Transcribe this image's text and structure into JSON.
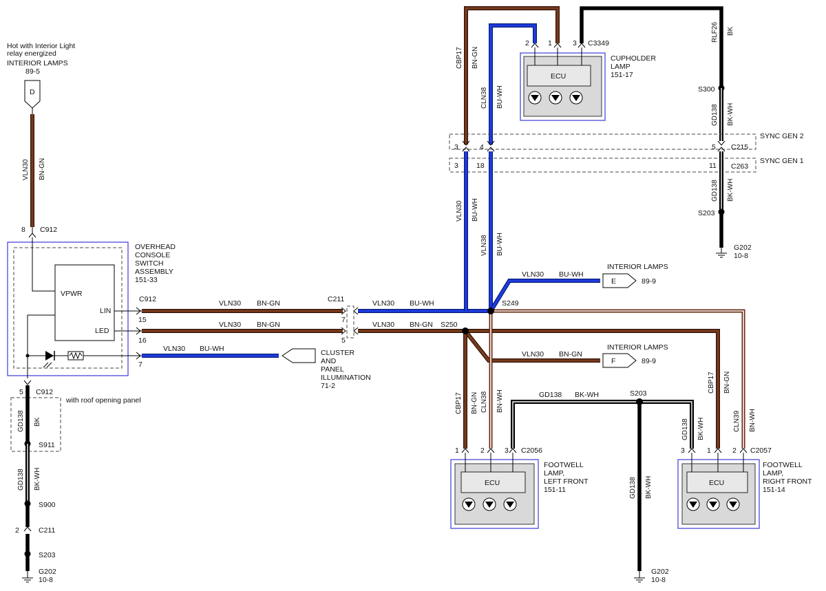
{
  "top_left": {
    "note_line1": "Hot with Interior Light",
    "note_line2": "relay energized",
    "ref_name": "INTERIOR LAMPS",
    "ref_page": "89-5",
    "connector_letter": "D"
  },
  "left_vertical_wire": {
    "circuit": "VLN30",
    "color": "BN-GN",
    "pin": "8",
    "connector": "C912"
  },
  "overhead_console": {
    "name_line1": "OVERHEAD",
    "name_line2": "CONSOLE",
    "name_line3": "SWITCH",
    "name_line4": "ASSEMBLY",
    "page": "151-33",
    "vpwr": "VPWR",
    "lin": "LIN",
    "led": "LED",
    "connector": "C912",
    "pins": [
      "15",
      "16",
      "7"
    ]
  },
  "horizontal_wires": {
    "w1_circuit": "VLN30",
    "w1_color": "BN-GN",
    "w1_connector": "C211",
    "w1_pin": "7",
    "w1b_circuit": "VLN30",
    "w1b_color": "BU-WH",
    "w1b_splice": "S249",
    "w2_circuit": "VLN30",
    "w2_color": "BN-GN",
    "w2_pin": "5",
    "w2b_circuit": "VLN30",
    "w2b_color": "BN-GN",
    "w2b_splice": "S250",
    "w3_circuit": "VLN30",
    "w3_color": "BU-WH"
  },
  "cluster_ref": {
    "line1": "CLUSTER",
    "line2": "AND",
    "line3": "PANEL",
    "line4": "ILLUMINATION",
    "page": "71-2"
  },
  "interior_lamps_e": {
    "circuit": "VLN30",
    "color": "BU-WH",
    "name": "INTERIOR LAMPS",
    "letter": "E",
    "page": "89-9"
  },
  "interior_lamps_f": {
    "circuit": "VLN30",
    "color": "BN-GN",
    "name": "INTERIOR LAMPS",
    "letter": "F",
    "page": "89-9"
  },
  "left_lower": {
    "pin": "5",
    "connector": "C912",
    "note": "with roof opening panel",
    "gd_circuit": "GD138",
    "gd_color": "BK",
    "splice_s911": "S911",
    "gd2_circuit": "GD138",
    "gd2_color": "BK-WH",
    "splice_s900": "S900",
    "c211_pin": "2",
    "c211": "C211",
    "splice_s203": "S203",
    "ground": "G202",
    "ground_page": "10-8"
  },
  "cupholder": {
    "name_line1": "CUPHOLDER",
    "name_line2": "LAMP",
    "page": "151-17",
    "connector": "C3349",
    "pins": [
      "2",
      "1",
      "3"
    ],
    "ecu": "ECU"
  },
  "top_wires": {
    "cbp17": "CBP17",
    "cbp17_color": "BN-GN",
    "cln38": "CLN38",
    "cln38_color": "BU-WH",
    "rlf26": "RLF26",
    "rlf26_color": "BK",
    "s300": "S300",
    "gd138a": "GD138",
    "gd138a_color": "BK-WH",
    "gd138b": "GD138",
    "gd138b_color": "BK-WH",
    "s203": "S203",
    "ground": "G202",
    "ground_page": "10-8"
  },
  "sync": {
    "gen2": "SYNC GEN 2",
    "gen1": "SYNC GEN 1",
    "c215": "C215",
    "c263": "C263",
    "c215_pins": [
      "3",
      "4",
      "5"
    ],
    "c263_pins": [
      "3",
      "18",
      "11"
    ]
  },
  "mid_vertical": {
    "vln30": "VLN30",
    "vln30_color": "BU-WH",
    "vln38": "VLN38",
    "vln38_color": "BU-WH"
  },
  "footwell_left": {
    "name_line1": "FOOTWELL",
    "name_line2": "LAMP,",
    "name_line3": "LEFT FRONT",
    "page": "151-11",
    "connector": "C2056",
    "pins": [
      "1",
      "2",
      "3"
    ],
    "ecu": "ECU",
    "cbp17": "CBP17",
    "cbp17_color": "BN-GN",
    "cln38": "CLN38",
    "cln38_color": "BN-WH"
  },
  "bottom_mid": {
    "gd138": "GD138",
    "gd138_color": "BK-WH",
    "splice": "S203",
    "vgd138": "GD138",
    "vgd138_color": "BK-WH",
    "ground": "G202",
    "ground_page": "10-8"
  },
  "footwell_right": {
    "name_line1": "FOOTWELL",
    "name_line2": "LAMP,",
    "name_line3": "RIGHT FRONT",
    "page": "151-14",
    "connector": "C2057",
    "pins": [
      "3",
      "1",
      "2"
    ],
    "ecu": "ECU",
    "gd138": "GD138",
    "gd138_color": "BK-WH",
    "cbp17": "CBP17",
    "cbp17_color": "BN-GN",
    "cln39": "CLN39",
    "cln39_color": "BN-WH"
  }
}
